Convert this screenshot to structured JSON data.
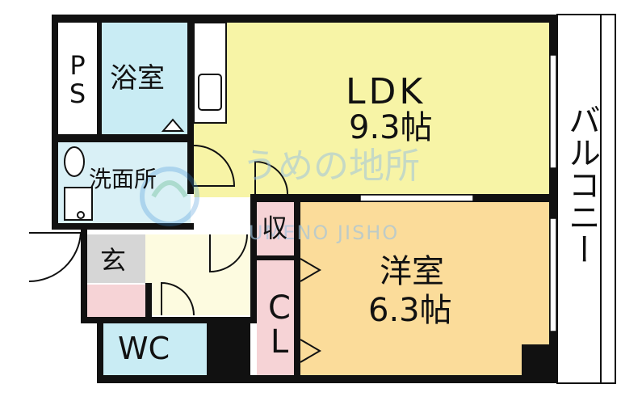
{
  "rooms": {
    "ldk": {
      "name": "LDK",
      "size": "9.3帖"
    },
    "western": {
      "name": "洋室",
      "size": "6.3帖"
    },
    "bath": {
      "name": "浴室"
    },
    "washroom": {
      "name": "洗面所"
    },
    "ps": {
      "name": "PS"
    },
    "entrance": {
      "name": "玄"
    },
    "wc": {
      "name": "WC"
    },
    "storage": {
      "name": "収"
    },
    "closet": {
      "name": "CL"
    },
    "balcony": {
      "name": "バルコニー"
    }
  },
  "watermark": {
    "text_jp": "うめの地所",
    "text_en": "UMENO JISHO"
  },
  "colors": {
    "ldk": "#f7f4a6",
    "western": "#fbdc9a",
    "bath": "#c9ecf4",
    "wash": "#d9f0f6",
    "pink": "#f6d3d6",
    "entrance": "#d6d6d6",
    "corridor": "#fdfbe0",
    "wall": "#111111"
  }
}
